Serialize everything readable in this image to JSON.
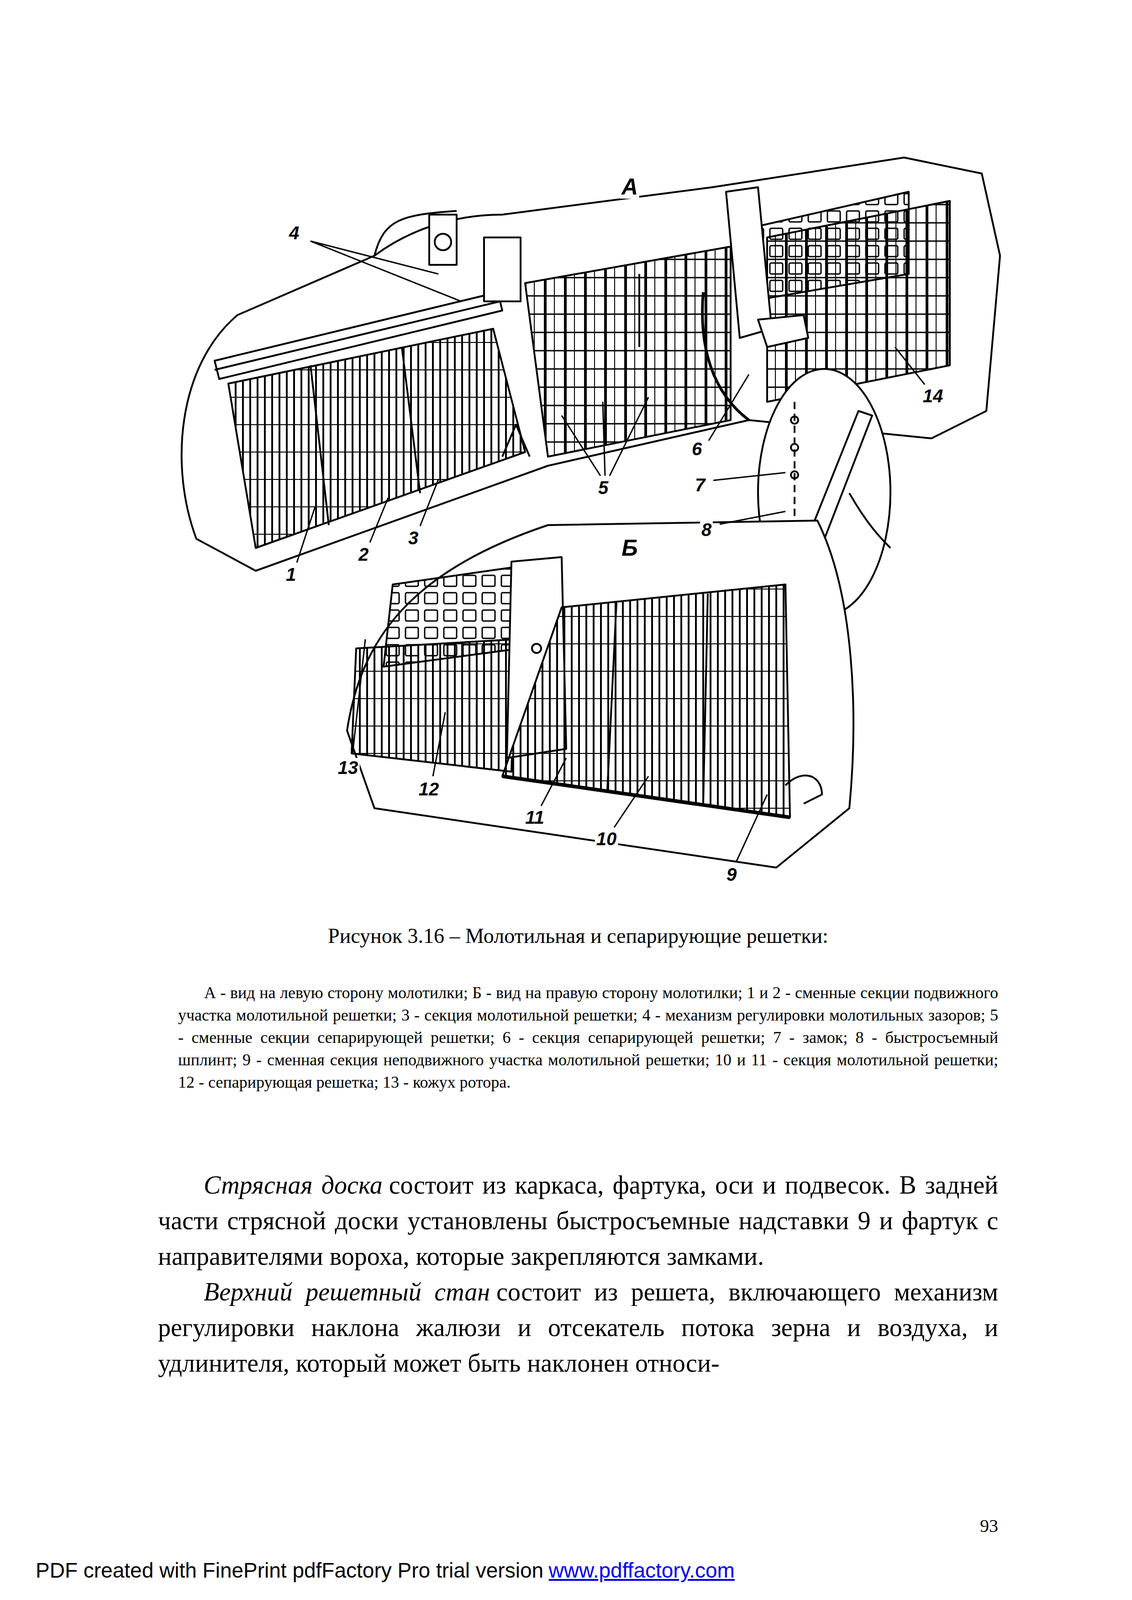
{
  "diagram": {
    "caption": "Рисунок 3.16 – Молотильная и сепарирующие решетки:",
    "labels": [
      "А",
      "4",
      "1",
      "2",
      "3",
      "5",
      "6",
      "7",
      "8",
      "14",
      "Б",
      "13",
      "12",
      "11",
      "10",
      "9",
      "А - вид на левую сторону молотилки; Б - вид на правую сторону молотилки; 1 и 2 - сменные секции подвижного участка молотильной решетки; 3 - секция молотильной решетки; 4 - механизм регулировки молотильных зазоров; 5 - сменные секции сепарирующей решетки; 6 - секция сепарирующей решетки; 7 - замок; 8 - быстросъемный шплинт; 9 - сменная секция неподвижного участка молотильной решетки; 10 и 11 - секция молотильной решетки; 12 - сепарирующая решетка; 13 - кожух ротора.",
      "Стрясная доска",
      "состоит из каркаса, фартука, оси и подвесок. В задней части стрясной доски установлены быстросъемные надставки 9 и фартук с направителями вороха, которые закрепляются замками.",
      "Верхний решетный стан",
      "состоит из решета, включающего механизм регулировки наклона жалюзи и отсекатель потока зерна и воздуха, и удлинителя, который может быть наклонен относи-",
      "93",
      "PDF created with FinePrint pdfFactory Pro trial version",
      "www.pdffactory.com"
    ]
  }
}
